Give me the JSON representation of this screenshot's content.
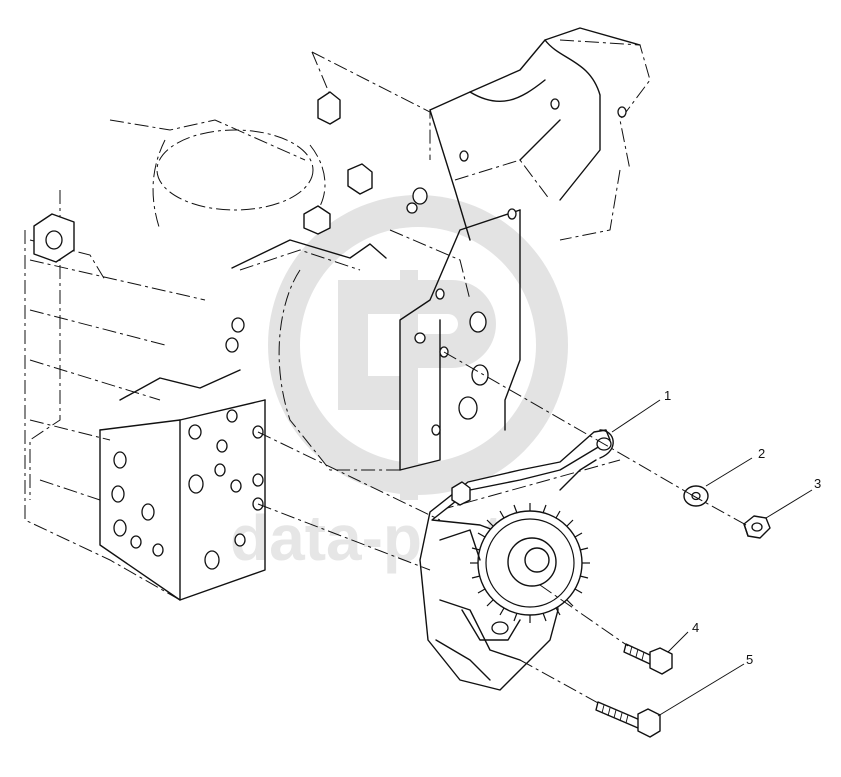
{
  "diagram": {
    "callouts": [
      {
        "id": "callout-1",
        "label": "1"
      },
      {
        "id": "callout-2",
        "label": "2"
      },
      {
        "id": "callout-3",
        "label": "3"
      },
      {
        "id": "callout-4",
        "label": "4"
      },
      {
        "id": "callout-5",
        "label": "5"
      }
    ],
    "watermark": {
      "text": "data-parts",
      "color": "#e3e3e3"
    },
    "line_color": "#111111",
    "background": "#ffffff"
  }
}
